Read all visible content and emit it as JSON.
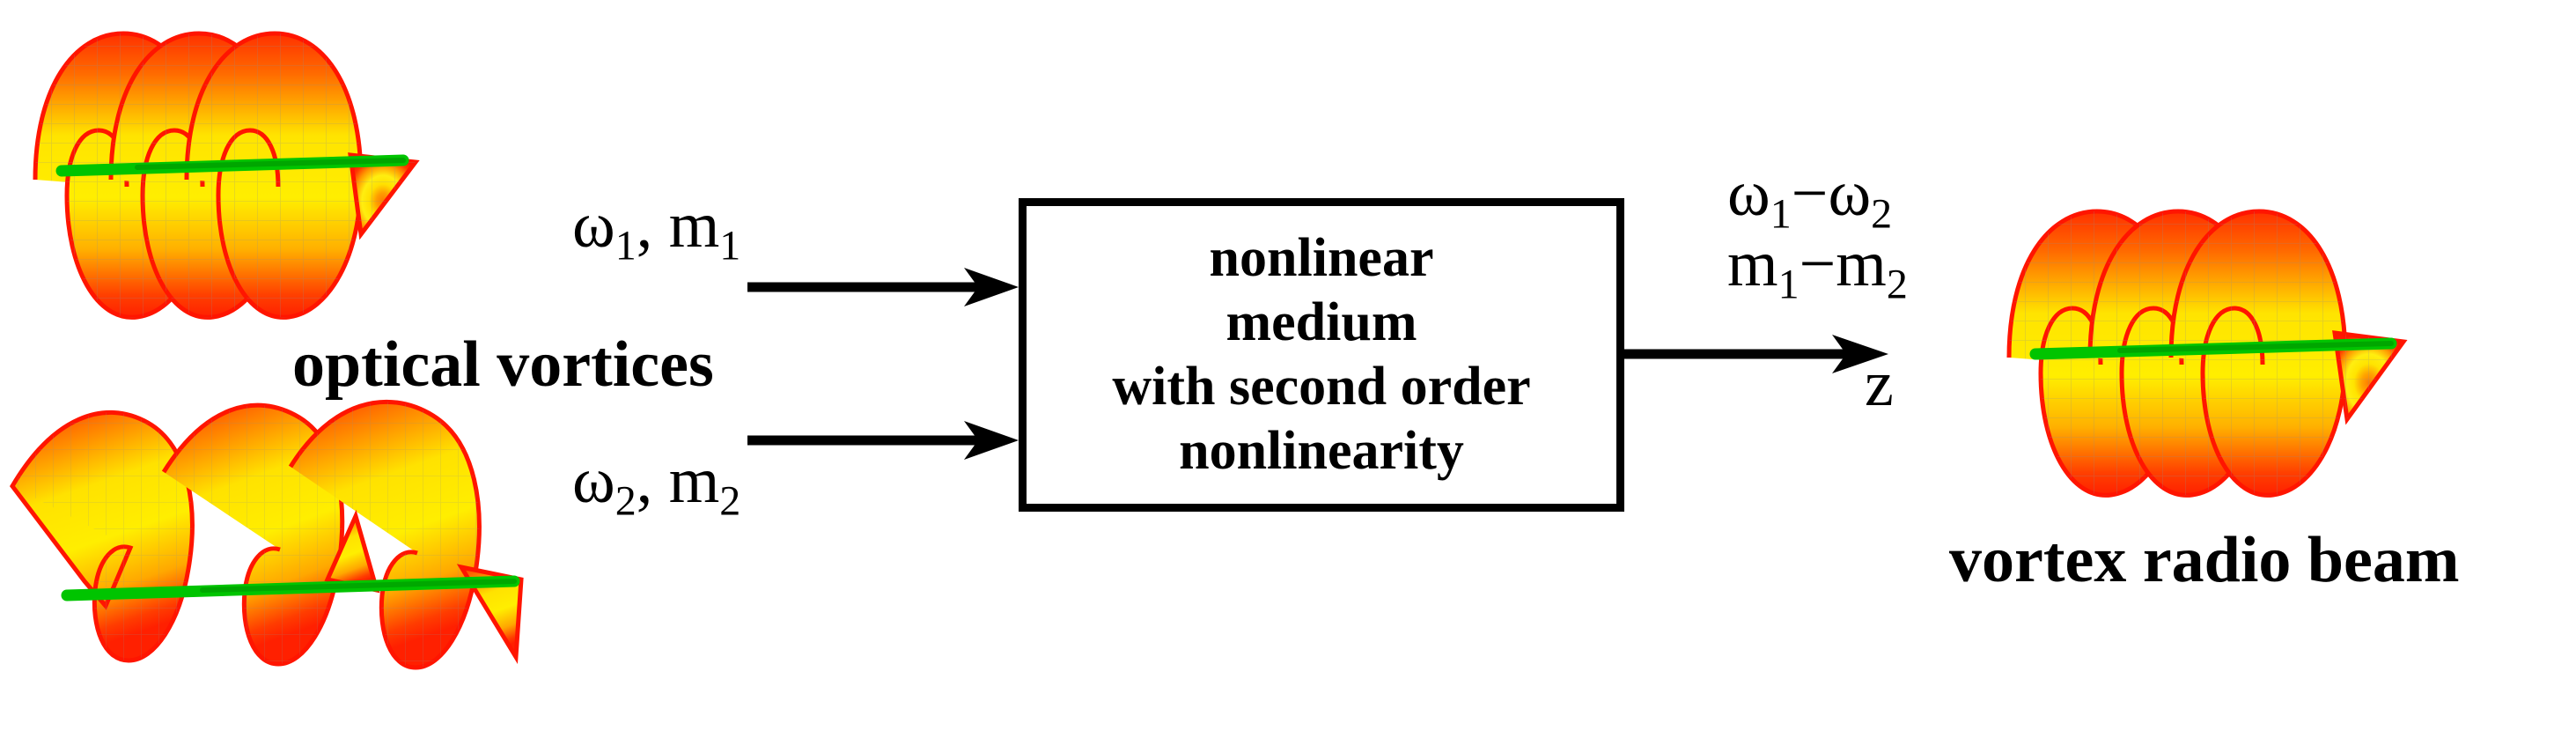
{
  "figure": {
    "type": "physics-process-diagram",
    "description": "Difference-frequency generation of a vortex radio beam from two optical vortices in a second-order nonlinear medium"
  },
  "inputs": {
    "group_caption": "optical vortices",
    "beam1": {
      "omega": "ω",
      "omega_sub": "1",
      "m": "m",
      "m_sub": "1",
      "separator": ", "
    },
    "beam2": {
      "omega": "ω",
      "omega_sub": "2",
      "m": "m",
      "m_sub": "2",
      "separator": ", "
    }
  },
  "medium": {
    "lines": [
      "nonlinear",
      "medium",
      "with second order",
      "nonlinearity"
    ]
  },
  "output": {
    "frequency": {
      "omega": "ω",
      "sub1": "1",
      "minus": "−",
      "omega2": "ω",
      "sub2": "2"
    },
    "topological_charge": {
      "m": "m",
      "sub1": "1",
      "minus": "−",
      "m2": "m",
      "sub2": "2"
    },
    "axis_label": "z",
    "caption": "vortex radio beam"
  },
  "arrows": {
    "input1": "arrow-right",
    "input2": "arrow-right",
    "output": "arrow-right"
  },
  "colors": {
    "edge_red": "#ff2200",
    "mid_orange": "#ff7700",
    "core_yellow": "#ffe800",
    "axis_green": "#00c400",
    "mesh_gray": "#9a9a9a",
    "ink": "#000000",
    "background": "#ffffff"
  },
  "icons": {
    "helicoid": "helical-wavefront-icon",
    "arrow": "arrow-right-icon"
  }
}
